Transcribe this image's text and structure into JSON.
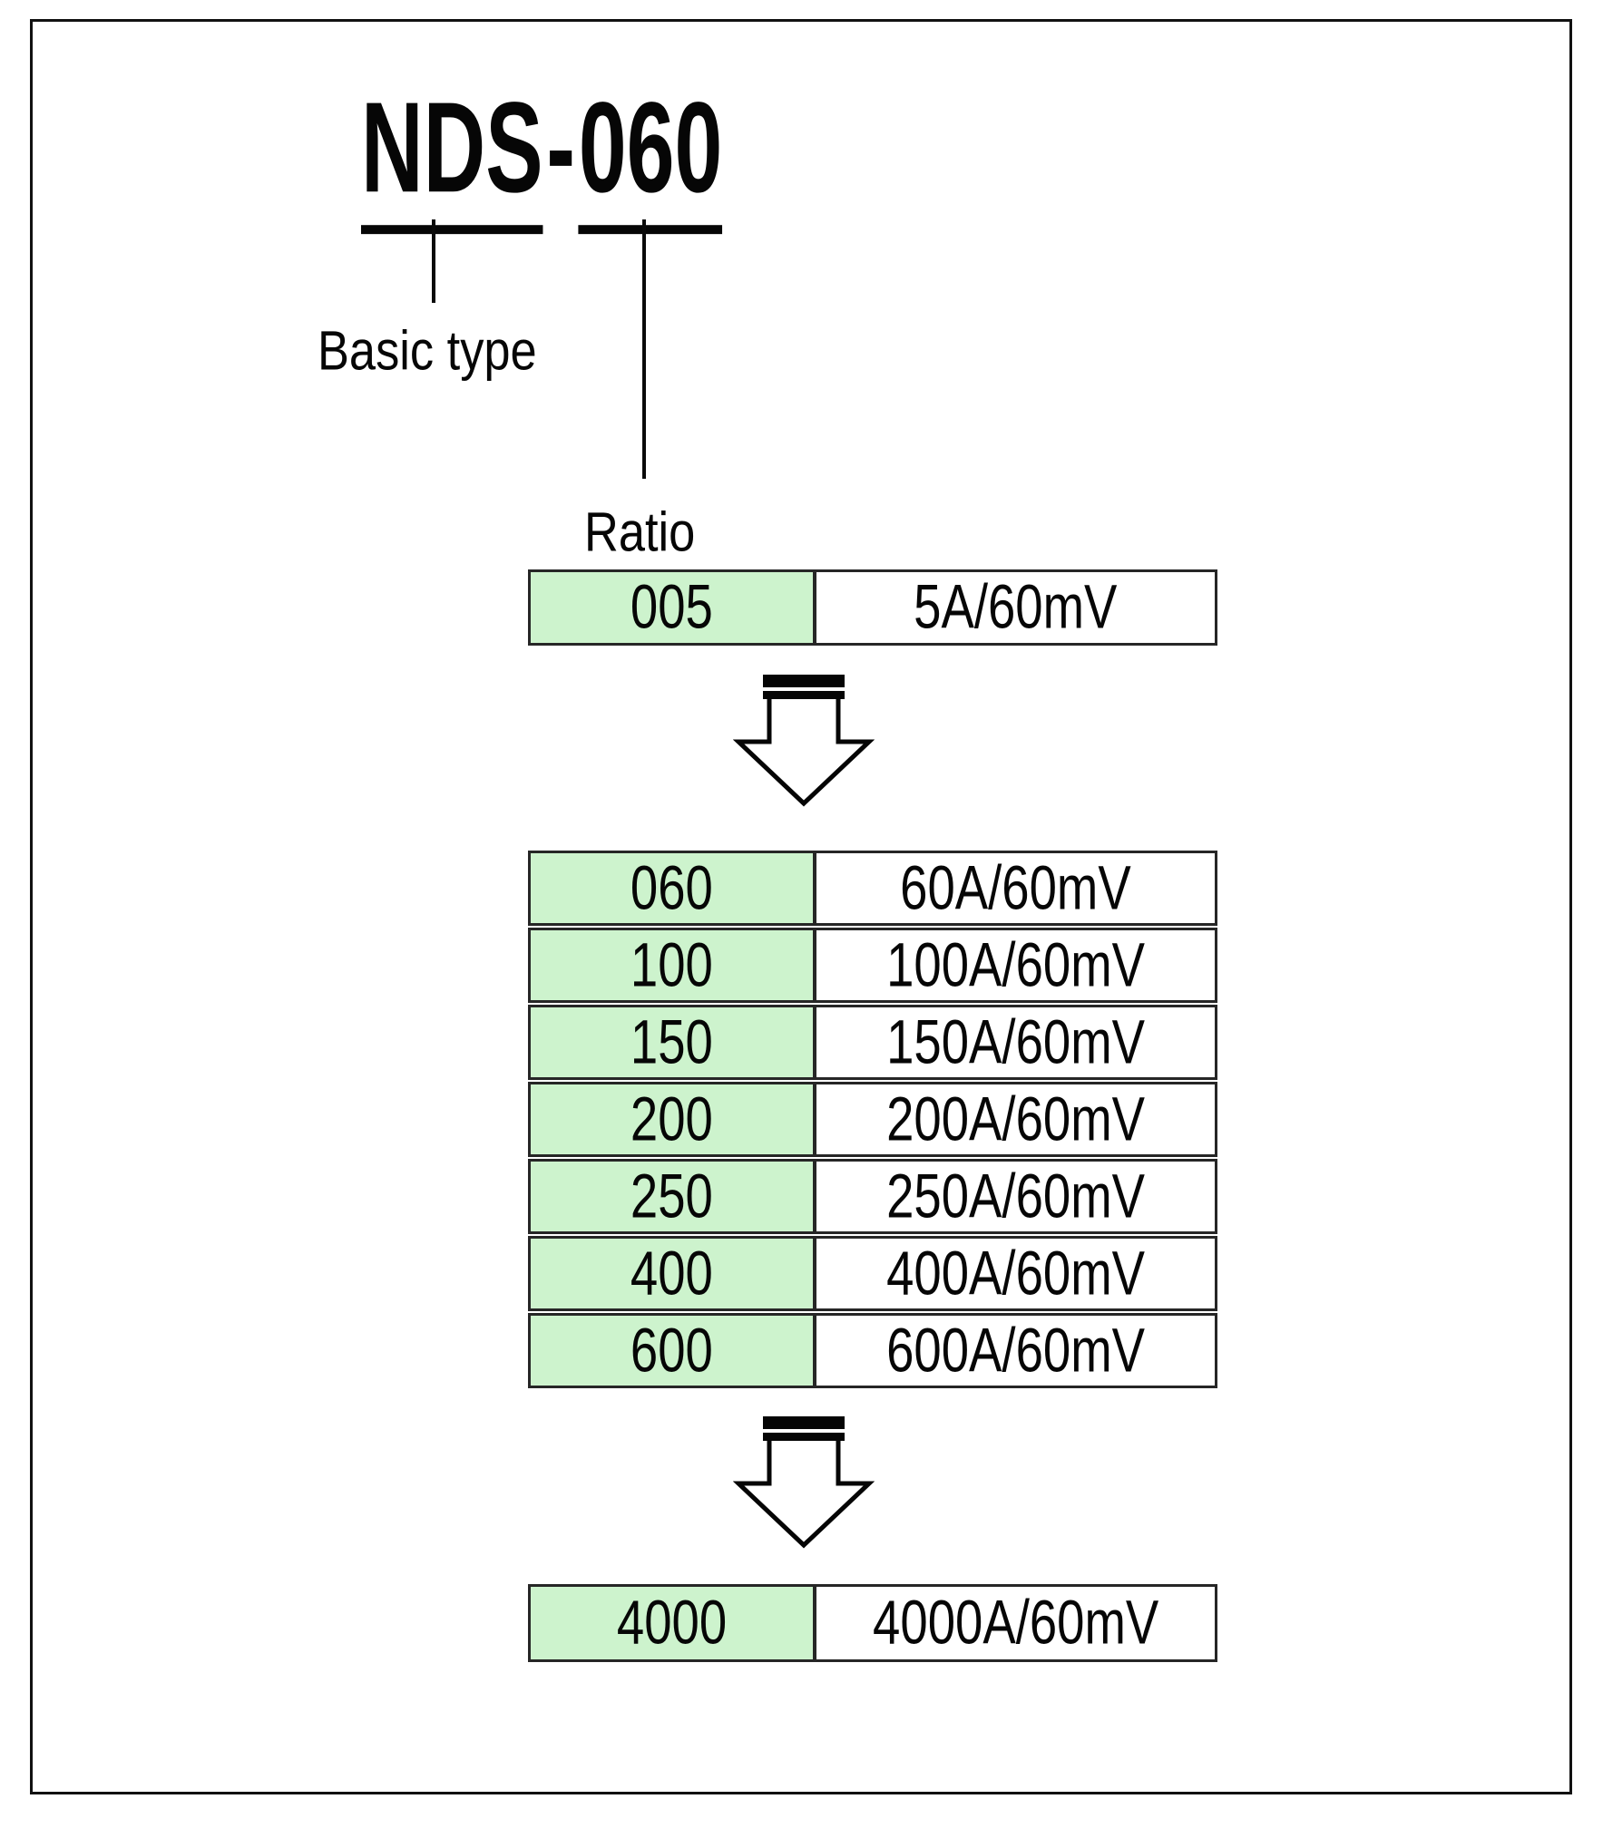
{
  "title": {
    "basic_part": "NDS",
    "separator": "-",
    "ratio_part": "060"
  },
  "labels": {
    "basic_type": "Basic type",
    "ratio": "Ratio"
  },
  "tables": {
    "base": {
      "rows": [
        {
          "code": "005",
          "spec": "5A/60mV"
        }
      ]
    },
    "main": {
      "rows": [
        {
          "code": "060",
          "spec": "60A/60mV"
        },
        {
          "code": "100",
          "spec": "100A/60mV"
        },
        {
          "code": "150",
          "spec": "150A/60mV"
        },
        {
          "code": "200",
          "spec": "200A/60mV"
        },
        {
          "code": "250",
          "spec": "250A/60mV"
        },
        {
          "code": "400",
          "spec": "400A/60mV"
        },
        {
          "code": "600",
          "spec": "600A/60mV"
        }
      ]
    },
    "max": {
      "rows": [
        {
          "code": "4000",
          "spec": "4000A/60mV"
        }
      ]
    }
  },
  "icons": {
    "flow_arrow_1": "down-arrow-icon",
    "flow_arrow_2": "down-arrow-icon"
  },
  "colors": {
    "code_cell_bg": "#cdf3cd",
    "table_border": "#262626",
    "ink": "#060606",
    "line_color": "#0a0a0a",
    "frame_color": "#111111"
  }
}
